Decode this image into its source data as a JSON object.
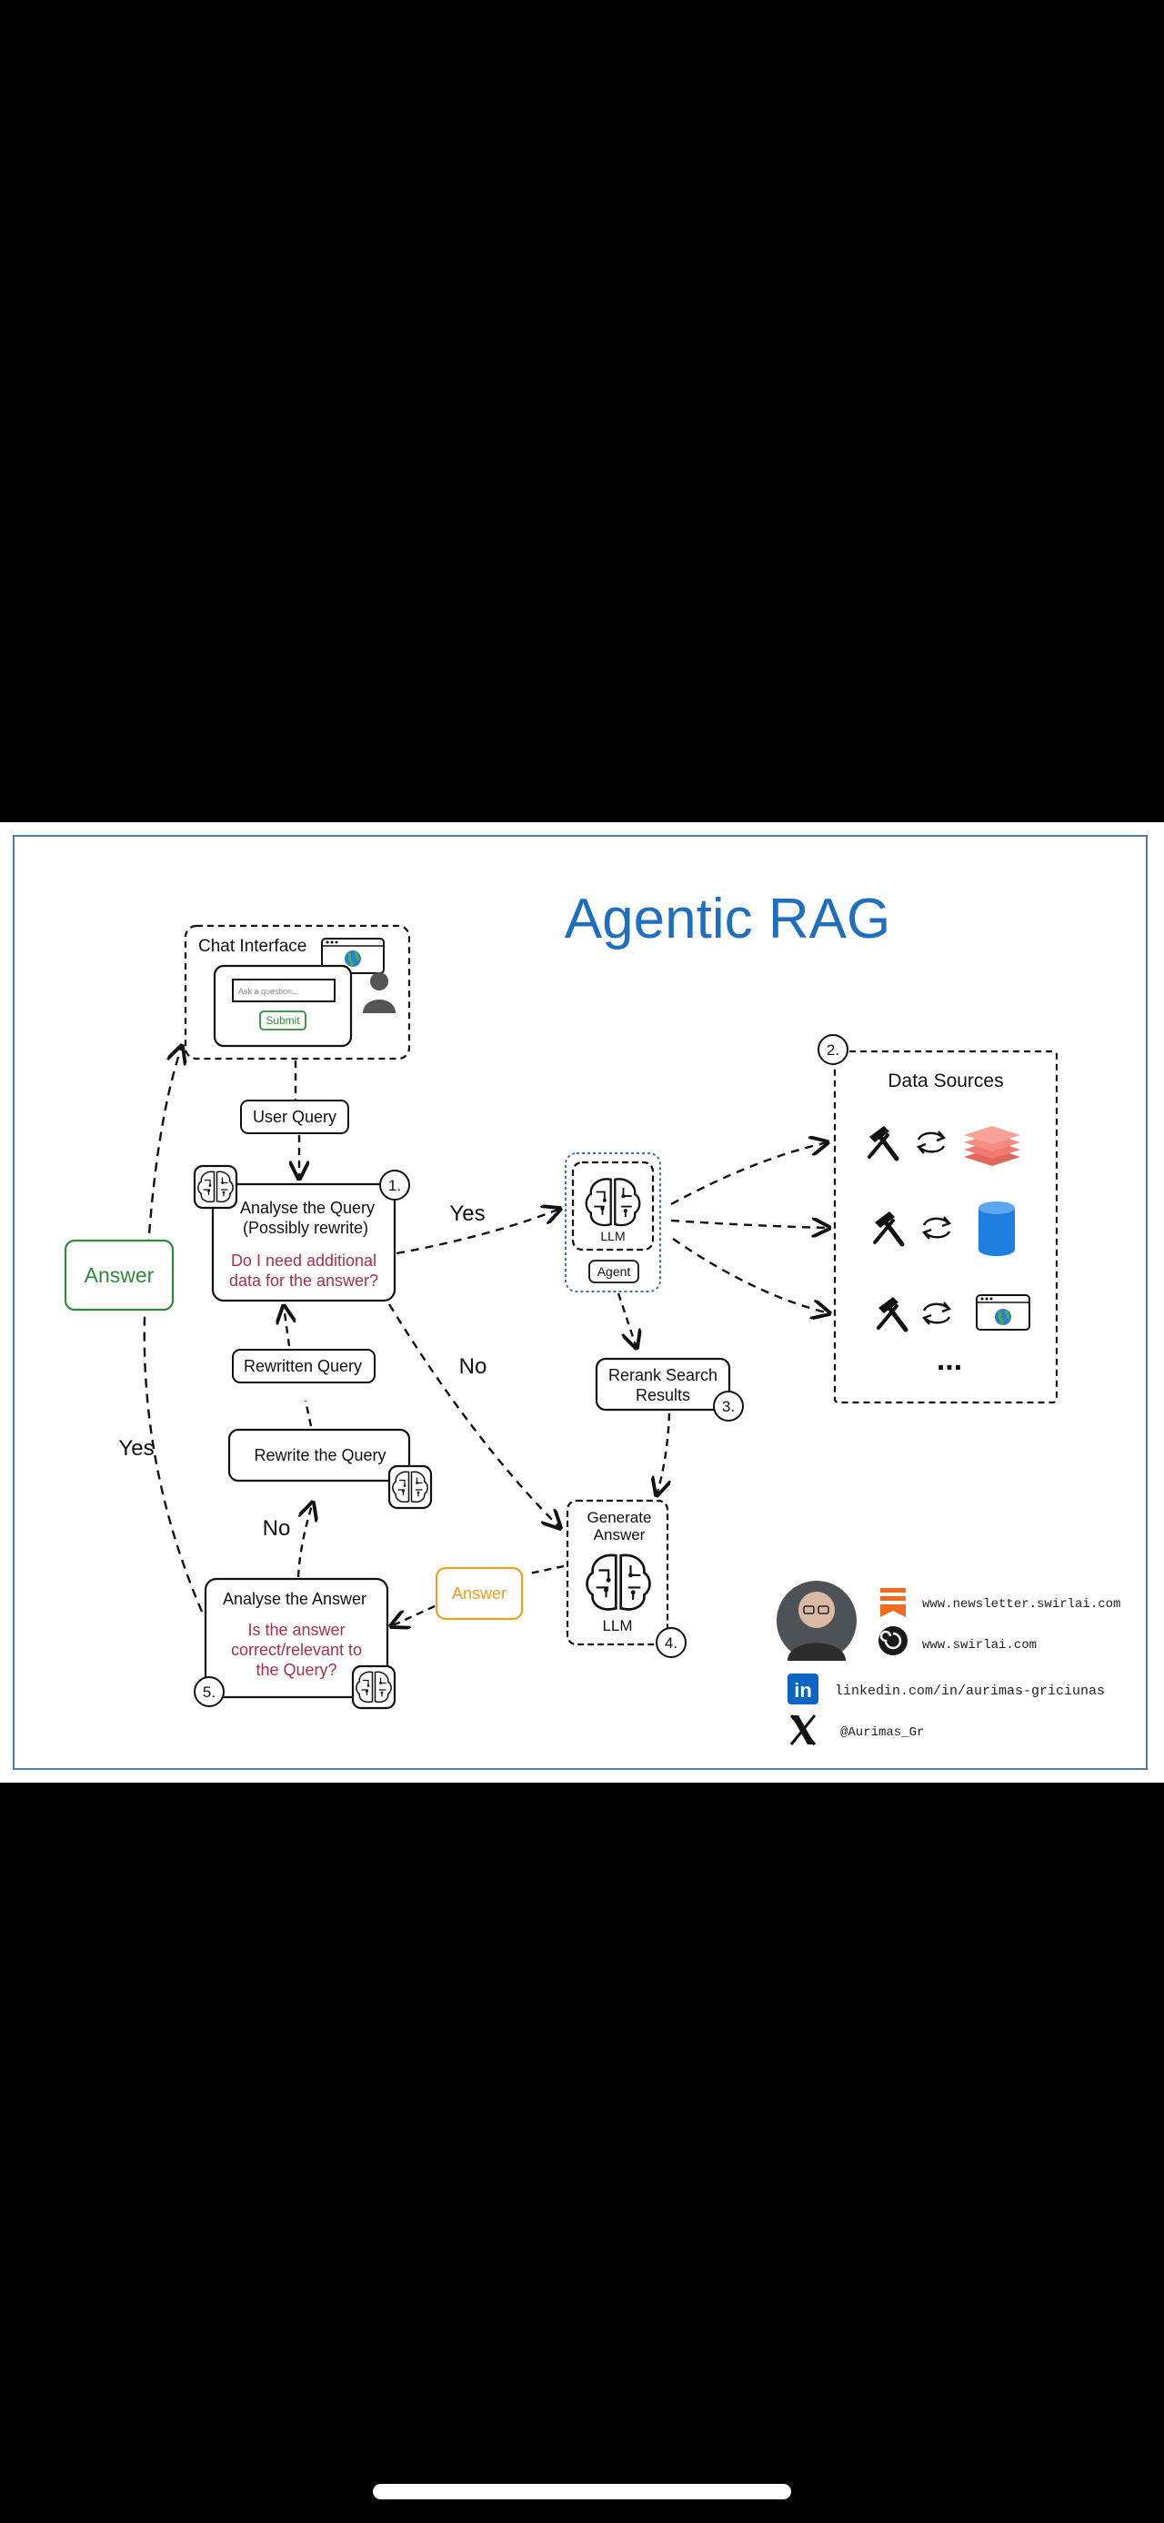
{
  "diagram": {
    "title": "Agentic RAG",
    "chat_interface": {
      "title": "Chat Interface",
      "input_placeholder": "Ask a question...",
      "submit_label": "Submit"
    },
    "labels": {
      "user_query": "User Query",
      "rewritten_query": "Rewritten Query",
      "answer_green": "Answer",
      "answer_orange": "Answer",
      "yes_right": "Yes",
      "yes_left": "Yes",
      "no_middle": "No",
      "no_bottom": "No"
    },
    "steps": [
      {
        "number": "1.",
        "title_line1": "Analyse the Query",
        "title_line2": "(Possibly rewrite)",
        "question_line1": "Do I need additional",
        "question_line2": "data for the answer?"
      },
      {
        "number": "2.",
        "title": "Data Sources",
        "more": "..."
      },
      {
        "number": "3.",
        "title_line1": "Rerank Search",
        "title_line2": "Results"
      },
      {
        "number": "4.",
        "title_line1": "Generate",
        "title_line2": "Answer",
        "llm": "LLM"
      },
      {
        "number": "5.",
        "title": "Analyse the Answer",
        "question_line1": "Is the answer",
        "question_line2": "correct/relevant to",
        "question_line3": "the Query?"
      }
    ],
    "rewrite_box": "Rewrite the Query",
    "agent": {
      "llm": "LLM",
      "agent_label": "Agent"
    },
    "colors": {
      "title_blue": "#1f6fbf",
      "green": "#2e8b3a",
      "question_red": "#a8304e",
      "orange": "#f0a020",
      "stack_red": "#f07a6e",
      "db_blue": "#1e7fe0",
      "frame": "#4a7fa8"
    },
    "icons": [
      "brain-icon",
      "hammer-icon",
      "sync-arrows-icon",
      "layers-icon",
      "database-icon",
      "browser-globe-icon",
      "person-icon"
    ]
  },
  "author": {
    "links": [
      {
        "icon": "substack-icon",
        "text": "www.newsletter.swirlai.com"
      },
      {
        "icon": "swirl-icon",
        "text": "www.swirlai.com"
      },
      {
        "icon": "linkedin-icon",
        "text": "linkedin.com/in/aurimas-griciunas"
      },
      {
        "icon": "x-icon",
        "text": "@Aurimas_Gr"
      }
    ]
  }
}
